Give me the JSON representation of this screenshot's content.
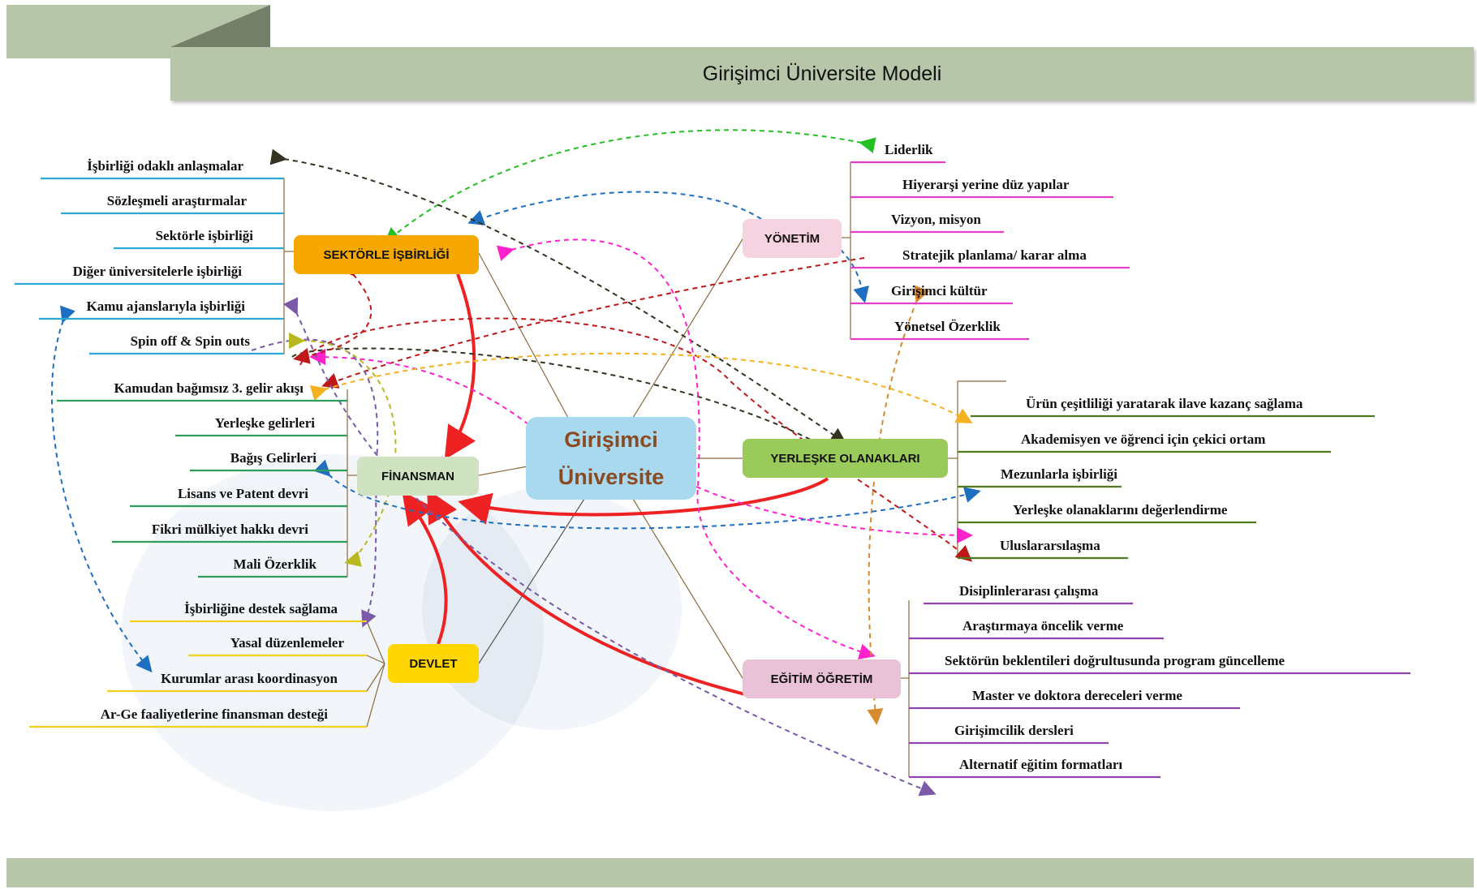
{
  "header": {
    "title": "Girişimci Üniversite Modeli"
  },
  "center": {
    "line1": "Girişimci",
    "line2": "Üniversite",
    "bg": "#a9d9ef",
    "color": "#8a4a22"
  },
  "nodes": {
    "sektor": {
      "label": "SEKTÖRLE İŞBİRLİĞİ",
      "bg": "#f7a800"
    },
    "yonetim": {
      "label": "YÖNETİM",
      "bg": "#f6d3e0"
    },
    "finansman": {
      "label": "FİNANSMAN",
      "bg": "#cfe3c3"
    },
    "yerleske": {
      "label": "YERLEŞKE OLANAKLARI",
      "bg": "#9acb5a"
    },
    "devlet": {
      "label": "DEVLET",
      "bg": "#ffd600"
    },
    "egitim": {
      "label": "EĞİTİM ÖĞRETİM",
      "bg": "#e9c2d8"
    }
  },
  "branches": {
    "sektor": {
      "color": "#2aa9d6",
      "items": [
        "İşbirliği odaklı anlaşmalar",
        "Sözleşmeli araştırmalar",
        "Sektörle işbirliği",
        "Diğer üniversitelerle işbirliği",
        "Kamu ajanslarıyla işbirliği",
        "Spin off & Spin outs"
      ]
    },
    "yonetim": {
      "color": "#e040c8",
      "items": [
        "Liderlik",
        "Hiyerarşi yerine düz yapılar",
        "Vizyon, misyon",
        "Stratejik planlama/ karar alma",
        "Girişimci kültür",
        "Yönetsel Özerklik"
      ]
    },
    "finansman": {
      "color": "#2e9e5a",
      "items": [
        "Kamudan bağımsız 3. gelir akışı",
        "Yerleşke gelirleri",
        "Bağış Gelirleri",
        "Lisans ve Patent devri",
        "Fikri mülkiyet hakkı devri",
        "Mali Özerklik"
      ]
    },
    "yerleske": {
      "color": "#4e7a1e",
      "items": [
        "Ürün çeşitliliği yaratarak ilave kazanç sağlama",
        "Akademisyen ve öğrenci için çekici ortam",
        "Mezunlarla işbirliği",
        "Yerleşke olanaklarını değerlendirme",
        "Uluslararsılaşma"
      ]
    },
    "devlet": {
      "color": "#f0d020",
      "items": [
        "İşbirliğine destek sağlama",
        "Yasal düzenlemeler",
        "Kurumlar arası koordinasyon",
        "Ar-Ge faaliyetlerine finansman desteği"
      ]
    },
    "egitim": {
      "color": "#8e44ad",
      "items": [
        "Disiplinlerarası çalışma",
        "Araştırmaya öncelik verme",
        "Sektörün beklentileri doğrultusunda program güncelleme",
        "Master ve doktora dereceleri verme",
        "Girişimcilik dersleri",
        "Alternatif eğitim formatları"
      ]
    }
  },
  "colors": {
    "header": "#b7c6a9",
    "fold": "#74806a",
    "connector": "#8b6a3e",
    "main_arrow": "#ee2222"
  }
}
